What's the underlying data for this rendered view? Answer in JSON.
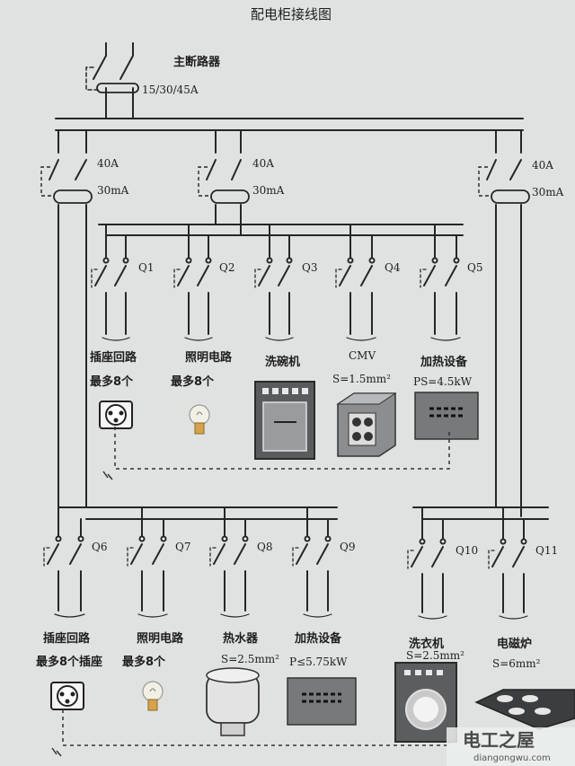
{
  "title": "配电柜接线图",
  "main_breaker": {
    "label": "主断路器",
    "rating": "15/30/45A"
  },
  "rcd_left": {
    "current": "40A",
    "sensitivity": "30mA"
  },
  "rcd_middle": {
    "current": "40A",
    "sensitivity": "30mA"
  },
  "rcd_right": {
    "current": "40A",
    "sensitivity": "30mA"
  },
  "upper_circuits": [
    {
      "id": "Q1",
      "name": "插座回路",
      "note": "最多8个"
    },
    {
      "id": "Q2",
      "name": "照明电路",
      "note": "最多8个"
    },
    {
      "id": "Q3",
      "name": "洗碗机"
    },
    {
      "id": "Q4",
      "name": "CMV",
      "note": "S=1.5mm²"
    },
    {
      "id": "Q5",
      "name": "加热设备",
      "note": "PS=4.5kW"
    }
  ],
  "lower_circuits": [
    {
      "id": "Q6",
      "name": "插座回路",
      "note": "最多8个插座"
    },
    {
      "id": "Q7",
      "name": "照明电路",
      "note": "最多8个"
    },
    {
      "id": "Q8",
      "name": "热水器",
      "note": "S=2.5mm²"
    },
    {
      "id": "Q9",
      "name": "加热设备",
      "note": "P≤5.75kW"
    },
    {
      "id": "Q10",
      "name": "洗衣机",
      "note": "S=2.5mm²"
    },
    {
      "id": "Q11",
      "name": "电磁炉",
      "note": "S=6mm²"
    }
  ],
  "watermark": {
    "brand": "电工之屋",
    "url": "diangongwu.com"
  }
}
